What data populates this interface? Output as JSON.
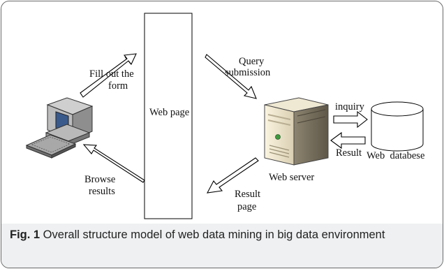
{
  "diagram": {
    "web_page": "Web page",
    "fill_form": [
      "Fill out the",
      "form"
    ],
    "query_submission": [
      "Query",
      "submission"
    ],
    "web_server": "Web server",
    "inquiry": "inquiry",
    "result": "Result",
    "web_database": "Web  databese",
    "result_page": [
      "Result",
      "page"
    ],
    "browse_results": [
      "Browse",
      "results"
    ]
  },
  "caption": {
    "fig": "Fig. 1",
    "text": " Overall structure model of web data mining in big data environment"
  }
}
